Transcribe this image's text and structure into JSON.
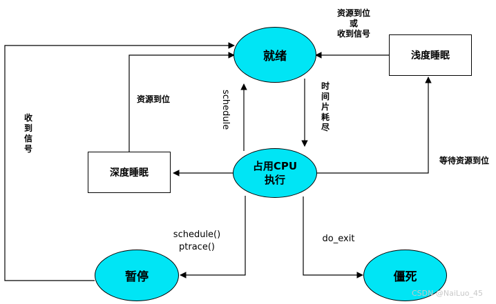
{
  "colors": {
    "accent_fill": "#00e5f5",
    "stroke": "#000000"
  },
  "nodes": {
    "ready": "就绪",
    "running_line1": "占用CPU",
    "running_line2": "执行",
    "light_sleep": "浅度睡眠",
    "deep_sleep": "深度睡眠",
    "stopped": "暂停",
    "zombie": "僵死"
  },
  "edge_labels": {
    "light_sleep_to_ready": "资源到位\n或\n收到信号",
    "deep_sleep_to_ready": "资源到位",
    "stopped_to_ready": "收\n到\n信\n号",
    "schedule": "schedule",
    "timeslice": "时\n间\n片\n耗\n尽",
    "wait_resource": "等待资源到位",
    "to_stopped": "schedule()\nptrace()",
    "do_exit": "do_exit"
  },
  "watermark": "CSDN @NaiLuo_45"
}
